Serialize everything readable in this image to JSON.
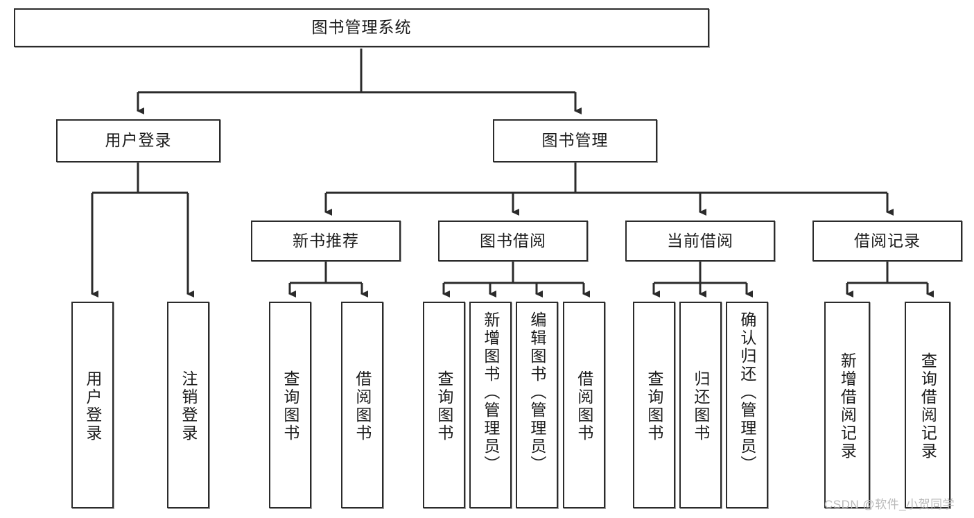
{
  "diagram": {
    "title": "图书管理系统",
    "type": "tree",
    "root": {
      "label": "图书管理系统"
    },
    "level2": [
      {
        "id": "user-login",
        "label": "用户登录"
      },
      {
        "id": "book-manage",
        "label": "图书管理"
      }
    ],
    "level3": [
      {
        "id": "new-book-rec",
        "label": "新书推荐"
      },
      {
        "id": "book-borrow",
        "label": "图书借阅"
      },
      {
        "id": "current-borrow",
        "label": "当前借阅"
      },
      {
        "id": "borrow-record",
        "label": "借阅记录"
      }
    ],
    "leaves": {
      "user_login": [
        {
          "id": "leaf-user-login",
          "label": "用户登录"
        },
        {
          "id": "leaf-logout-login",
          "label": "注销登录"
        }
      ],
      "new_book_rec": [
        {
          "id": "leaf-query-book-1",
          "label": "查询图书"
        },
        {
          "id": "leaf-borrow-book-1",
          "label": "借阅图书"
        }
      ],
      "book_borrow": [
        {
          "id": "leaf-query-book-2",
          "label": "查询图书"
        },
        {
          "id": "leaf-add-book",
          "label": "新增图书（管理员）"
        },
        {
          "id": "leaf-edit-book",
          "label": "编辑图书（管理员）"
        },
        {
          "id": "leaf-borrow-book-2",
          "label": "借阅图书"
        }
      ],
      "current_borrow": [
        {
          "id": "leaf-query-book-3",
          "label": "查询图书"
        },
        {
          "id": "leaf-return-book",
          "label": "归还图书"
        },
        {
          "id": "leaf-confirm-return",
          "label": "确认归还（管理员）"
        }
      ],
      "borrow_record": [
        {
          "id": "leaf-add-record",
          "label": "新增借阅记录"
        },
        {
          "id": "leaf-query-record",
          "label": "查询借阅记录"
        }
      ]
    }
  },
  "colors": {
    "box_border": "#2b2b2b",
    "box_fill": "#ffffff",
    "line": "#2b2b2b",
    "text": "#1b1b1b",
    "watermark": "#b9b9b9"
  },
  "watermark": {
    "text": "CSDN @软件_小贺同学"
  }
}
